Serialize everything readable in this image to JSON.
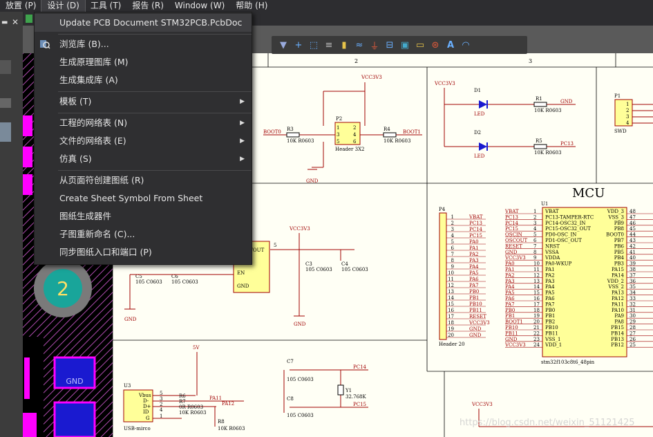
{
  "menubar": {
    "items": [
      "放置 (P)",
      "设计 (D)",
      "工具 (T)",
      "报告 (R)",
      "Window (W)",
      "帮助 (H)"
    ]
  },
  "design_menu": {
    "items": [
      {
        "label": "Update PCB Document STM32PCB.PcbDoc"
      },
      {
        "label": "浏览库 (B)..."
      },
      {
        "label": "生成原理图库 (M)"
      },
      {
        "label": "生成集成库 (A)"
      },
      {
        "label": "模板 (T)"
      },
      {
        "label": "工程的网络表 (N)"
      },
      {
        "label": "文件的网络表 (E)"
      },
      {
        "label": "仿真 (S)"
      },
      {
        "label": "从页面符创建图纸 (R)"
      },
      {
        "label": "Create Sheet Symbol From Sheet"
      },
      {
        "label": "图纸生成器件"
      },
      {
        "label": "子图重新命名 (C)..."
      },
      {
        "label": "同步图纸入口和端口 (P)"
      }
    ]
  },
  "pcb": {
    "pad_number": "2",
    "gnd_label": "GND"
  },
  "schematic": {
    "zone_numbers": [
      "2",
      "3"
    ],
    "mcu_title": "MCU",
    "mcu_ref": "U1",
    "mcu_part": "stm32f103c8t6_48pin",
    "mcu_left_pins": [
      "VBAT",
      "PC13-TAMPER-RTC",
      "PC14-OSC32_IN",
      "PC15-OSC32_OUT",
      "PD0-OSC_IN",
      "PD1-OSC_OUT",
      "NRST",
      "VSSA",
      "VDDA",
      "PA0-WKUP",
      "PA1",
      "PA2",
      "PA3",
      "PA4",
      "PA5",
      "PA6",
      "PA7",
      "PB0",
      "PB1",
      "PB2",
      "PB10",
      "PB11",
      "VSS_1",
      "VDD_1"
    ],
    "mcu_left_nets": [
      "VBAT",
      "PC13",
      "PC14",
      "PC15",
      "OSCIN",
      "OSCOUT",
      "RESET",
      "GND",
      "VCC3V3",
      "PA0",
      "PA1",
      "PA2",
      "PA3",
      "PA4",
      "PA5",
      "PA6",
      "PA7",
      "PB0",
      "PB1",
      "BOOT1",
      "PB10",
      "PB11",
      "GND",
      "VCC3V3"
    ],
    "mcu_right_pins": [
      "VDD_3",
      "VSS_3",
      "PB9",
      "PB8",
      "BOOT0",
      "PB7",
      "PB6",
      "PB5",
      "PB4",
      "PB3",
      "PA15",
      "PA14",
      "VDD_2",
      "VSS_2",
      "PA13",
      "PA12",
      "PA11",
      "PA10",
      "PA9",
      "PA8",
      "PB15",
      "PB14",
      "PB13",
      "PB12"
    ],
    "mcu_right_nums": [
      "48",
      "47",
      "46",
      "45",
      "44",
      "43",
      "42",
      "41",
      "40",
      "39",
      "38",
      "37",
      "36",
      "35",
      "34",
      "33",
      "32",
      "31",
      "30",
      "29",
      "28",
      "27",
      "26",
      "25"
    ],
    "p4_ref": "P4",
    "p4_part": "Header 20",
    "p4_nets": [
      "VBAT",
      "PC13",
      "PC14",
      "PC15",
      "PA0",
      "PA1",
      "PA2",
      "PA3",
      "PA4",
      "PA5",
      "PA6",
      "PA7",
      "PB0",
      "PB1",
      "PB10",
      "PB11",
      "RESET",
      "VCC3V3",
      "GND",
      "GND"
    ],
    "boot": {
      "vcc": "VCC3V3",
      "p2": "P2",
      "p2_part": "Header 3X2",
      "r3": "R3",
      "r3_val": "10K R0603",
      "r4": "R4",
      "r4_val": "10K R0603",
      "boot0": "BOOT0",
      "boot1": "BOOT1",
      "gnd": "GND",
      "pins": [
        "1",
        "2",
        "3",
        "4",
        "5",
        "6"
      ]
    },
    "led": {
      "vcc": "VCC3V3",
      "d1": "D1",
      "d2": "D2",
      "led": "LED",
      "r1": "R1",
      "r1_val": "10K R0603",
      "r5": "R5",
      "r5_val": "10K R0603",
      "gnd": "GND",
      "pc13": "PC13"
    },
    "swd": {
      "ref": "P1",
      "label": "SWD",
      "pins": [
        "1",
        "2",
        "3",
        "4"
      ]
    },
    "reg": {
      "vcc": "VCC3V3",
      "vout": "VOUT",
      "en": "EN",
      "gnd": "GND",
      "pin": "5",
      "c3": "C3",
      "c3v": "105 C0603",
      "c4": "C4",
      "c4v": "105 C0603",
      "c5": "C5",
      "c5v": "105 C0603",
      "c6": "C6",
      "c6v": "105 C0603",
      "g": "GND"
    },
    "usb": {
      "ref": "U3",
      "part": "USB-mirco",
      "pins": [
        "Vbus",
        "D-",
        "D+",
        "ID",
        "G"
      ],
      "nums": [
        "5",
        "3",
        "2",
        "4",
        "1"
      ],
      "r6": "R6",
      "r6v": "0R R0603",
      "r7": "R7",
      "r7v": "10K R0603",
      "r8": "R8",
      "r8v": "10K R0603",
      "pa11": "PA11",
      "pa12": "PA12",
      "v5": "5V"
    },
    "xtal": {
      "c7": "C7",
      "c7v": "105 C0603",
      "c8": "C8",
      "c8v": "105 C0603",
      "y1": "Y1",
      "y1v": "32.768K",
      "pc14": "PC14",
      "pc15": "PC15"
    },
    "bottom_vcc": "VCC3V3"
  },
  "watermark": "https://blog.csdn.net/weixin_51121425"
}
